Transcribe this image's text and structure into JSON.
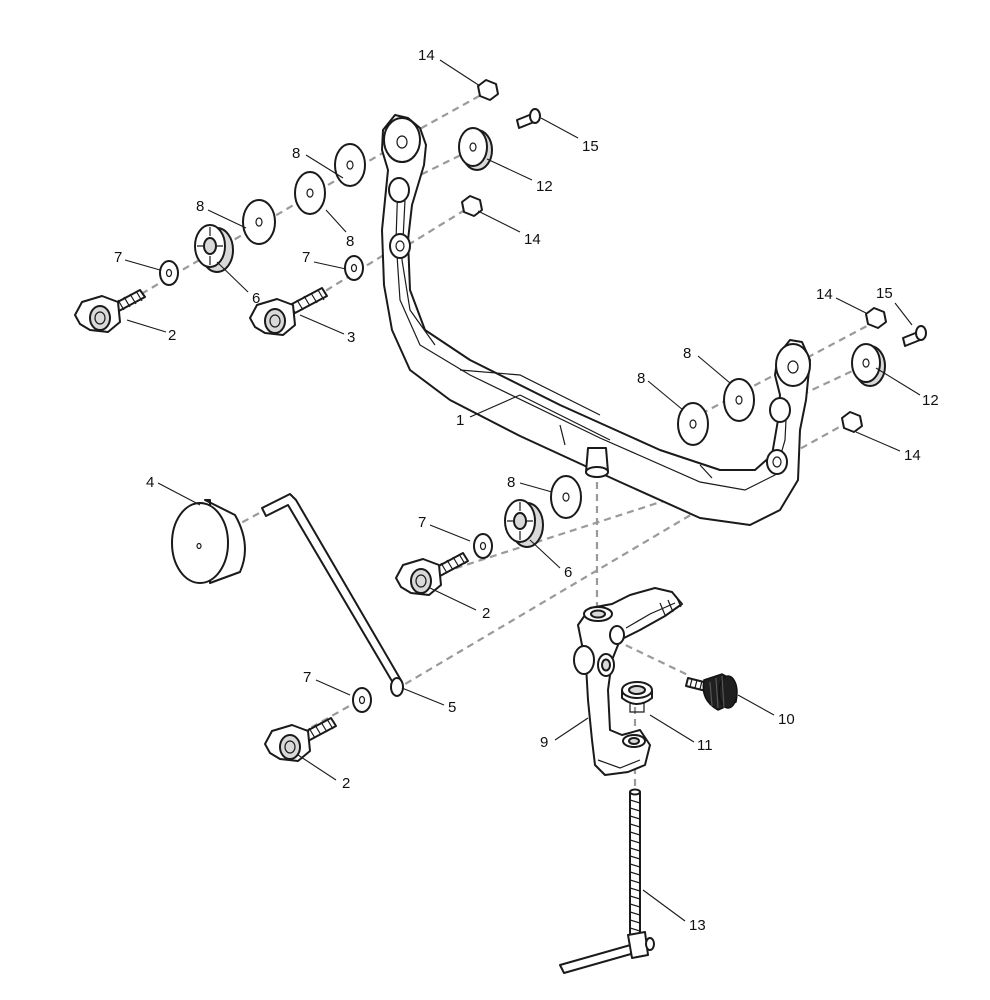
{
  "callouts": {
    "c1": "1",
    "c2a": "2",
    "c2b": "2",
    "c2c": "2",
    "c3": "3",
    "c4": "4",
    "c5": "5",
    "c6a": "6",
    "c6b": "6",
    "c7a": "7",
    "c7b": "7",
    "c7c": "7",
    "c7d": "7",
    "c8a": "8",
    "c8b": "8",
    "c8c": "8",
    "c8d": "8",
    "c8e": "8",
    "c8f": "8",
    "c9": "9",
    "c10": "10",
    "c11": "11",
    "c12a": "12",
    "c12b": "12",
    "c13": "13",
    "c14a": "14",
    "c14b": "14",
    "c14c": "14",
    "c14d": "14",
    "c15a": "15",
    "c15b": "15"
  },
  "colors": {
    "line": "#1a1a1a",
    "dash": "#9a9a9a",
    "part_fill": "#ffffff",
    "shade": "#d9d9d9"
  }
}
